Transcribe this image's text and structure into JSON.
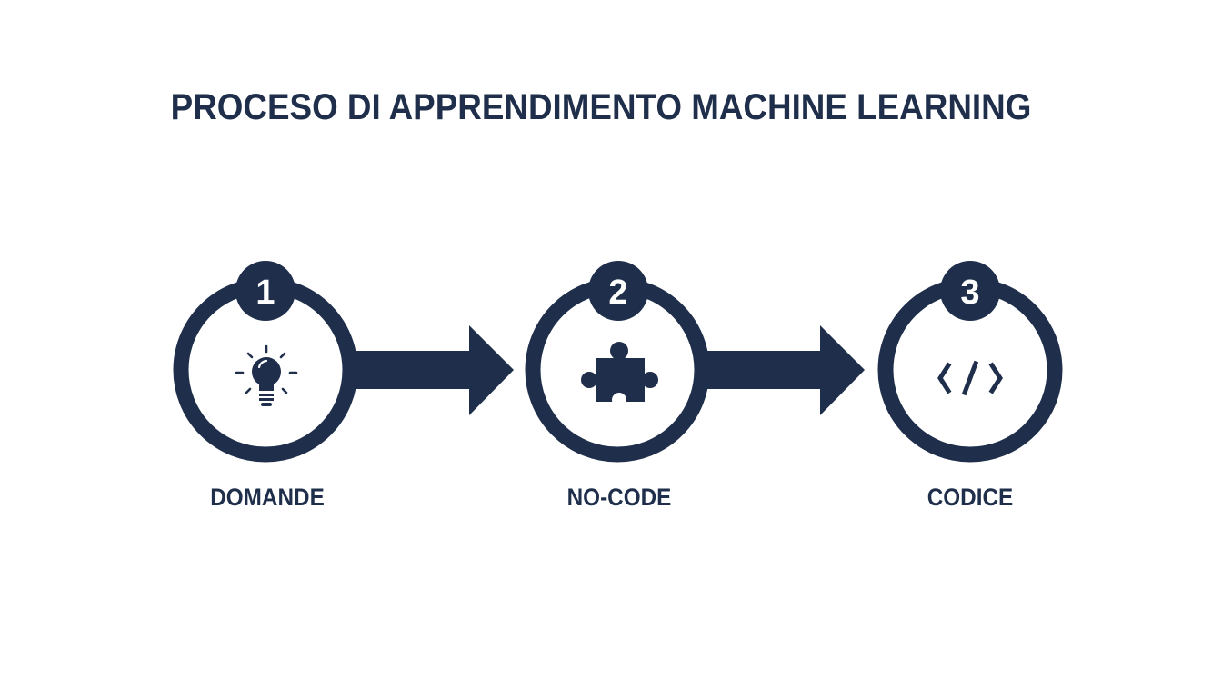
{
  "title": "PROCESO DI APPRENDIMENTO MACHINE LEARNING",
  "accent_color": "#1f2f4b",
  "steps": [
    {
      "number": "1",
      "label": "DOMANDE",
      "icon": "lightbulb-icon"
    },
    {
      "number": "2",
      "label": "NO-CODE",
      "icon": "puzzle-piece-icon"
    },
    {
      "number": "3",
      "label": "CODICE",
      "icon": "code-icon"
    }
  ]
}
